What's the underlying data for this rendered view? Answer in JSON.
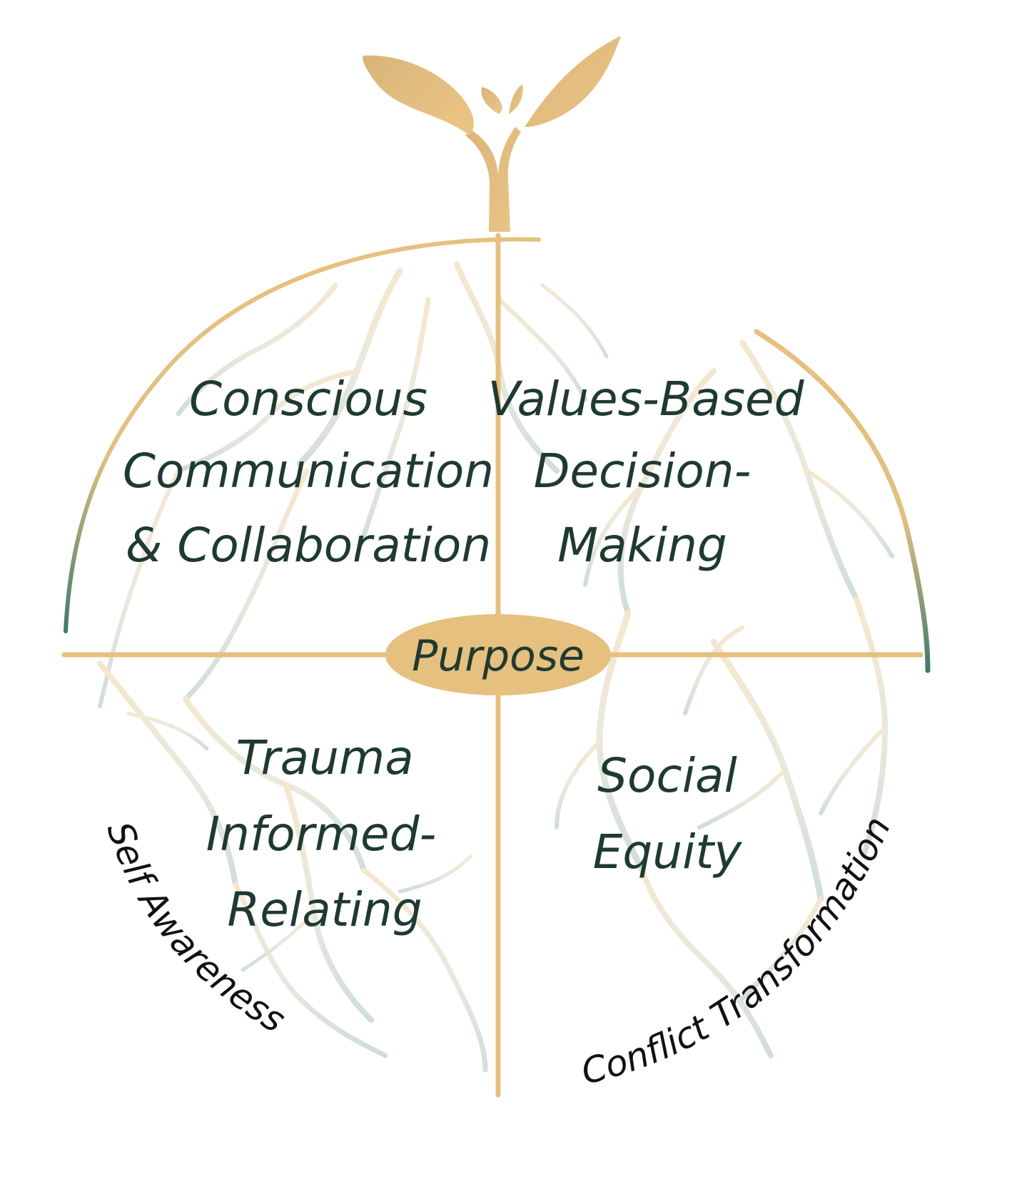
{
  "quadrants": {
    "top_left": {
      "lines": [
        "Conscious",
        "Communication",
        "& Collaboration"
      ]
    },
    "top_right": {
      "lines": [
        "Values-Based",
        "Decision-",
        "Making"
      ]
    },
    "bottom_left": {
      "lines": [
        "Trauma",
        "Informed-",
        "Relating"
      ]
    },
    "bottom_right": {
      "lines": [
        "Social",
        "Equity"
      ]
    }
  },
  "center": {
    "label": "Purpose"
  },
  "arc_labels": {
    "left": "Self Awareness",
    "right": "Conflict Transformation"
  },
  "colors": {
    "gold": "#e6c07e",
    "gold_dark": "#d8b06a",
    "teal": "#3f7a6a",
    "root_light": "#f2e6cf",
    "root_teal": "#cfdcd6",
    "text_dark": "#1f3a30"
  },
  "icons": {
    "sprout": "sprout-icon",
    "roots": "roots-illustration"
  }
}
